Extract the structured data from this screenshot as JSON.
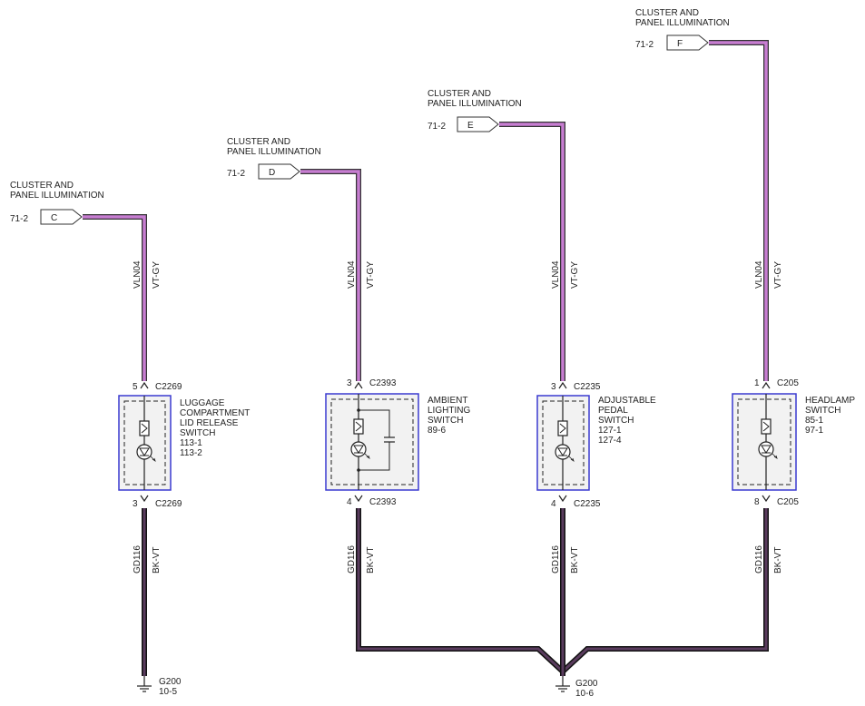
{
  "colors": {
    "vt_gy": "#c77dd1",
    "bk_vt": "#3b1f3a",
    "component_border": "#3a3ad0",
    "component_fill": "#f2f2f2"
  },
  "sources": [
    {
      "page": "71-2",
      "connector": "C",
      "title_line1": "CLUSTER AND",
      "title_line2": "PANEL ILLUMINATION"
    },
    {
      "page": "71-2",
      "connector": "D",
      "title_line1": "CLUSTER AND",
      "title_line2": "PANEL ILLUMINATION"
    },
    {
      "page": "71-2",
      "connector": "E",
      "title_line1": "CLUSTER AND",
      "title_line2": "PANEL ILLUMINATION"
    },
    {
      "page": "71-2",
      "connector": "F",
      "title_line1": "CLUSTER AND",
      "title_line2": "PANEL ILLUMINATION"
    }
  ],
  "upper_wire": {
    "circuit": "VLN04",
    "color": "VT-GY"
  },
  "lower_wire": {
    "circuit": "GD116",
    "color": "BK-VT"
  },
  "components": [
    {
      "name_lines": [
        "LUGGAGE",
        "COMPARTMENT",
        "LID RELEASE",
        "SWITCH",
        "113-1",
        "113-2"
      ],
      "top_pin": "5",
      "top_conn": "C2269",
      "bot_pin": "3",
      "bot_conn": "C2269"
    },
    {
      "name_lines": [
        "AMBIENT",
        "LIGHTING",
        "SWITCH",
        "89-6"
      ],
      "top_pin": "3",
      "top_conn": "C2393",
      "bot_pin": "4",
      "bot_conn": "C2393"
    },
    {
      "name_lines": [
        "ADJUSTABLE",
        "PEDAL",
        "SWITCH",
        "127-1",
        "127-4"
      ],
      "top_pin": "3",
      "top_conn": "C2235",
      "bot_pin": "4",
      "bot_conn": "C2235"
    },
    {
      "name_lines": [
        "HEADLAMP",
        "SWITCH",
        "85-1",
        "97-1"
      ],
      "top_pin": "1",
      "top_conn": "C205",
      "bot_pin": "8",
      "bot_conn": "C205"
    }
  ],
  "grounds": [
    {
      "id": "G200",
      "ref": "10-5"
    },
    {
      "id": "G200",
      "ref": "10-6"
    }
  ]
}
